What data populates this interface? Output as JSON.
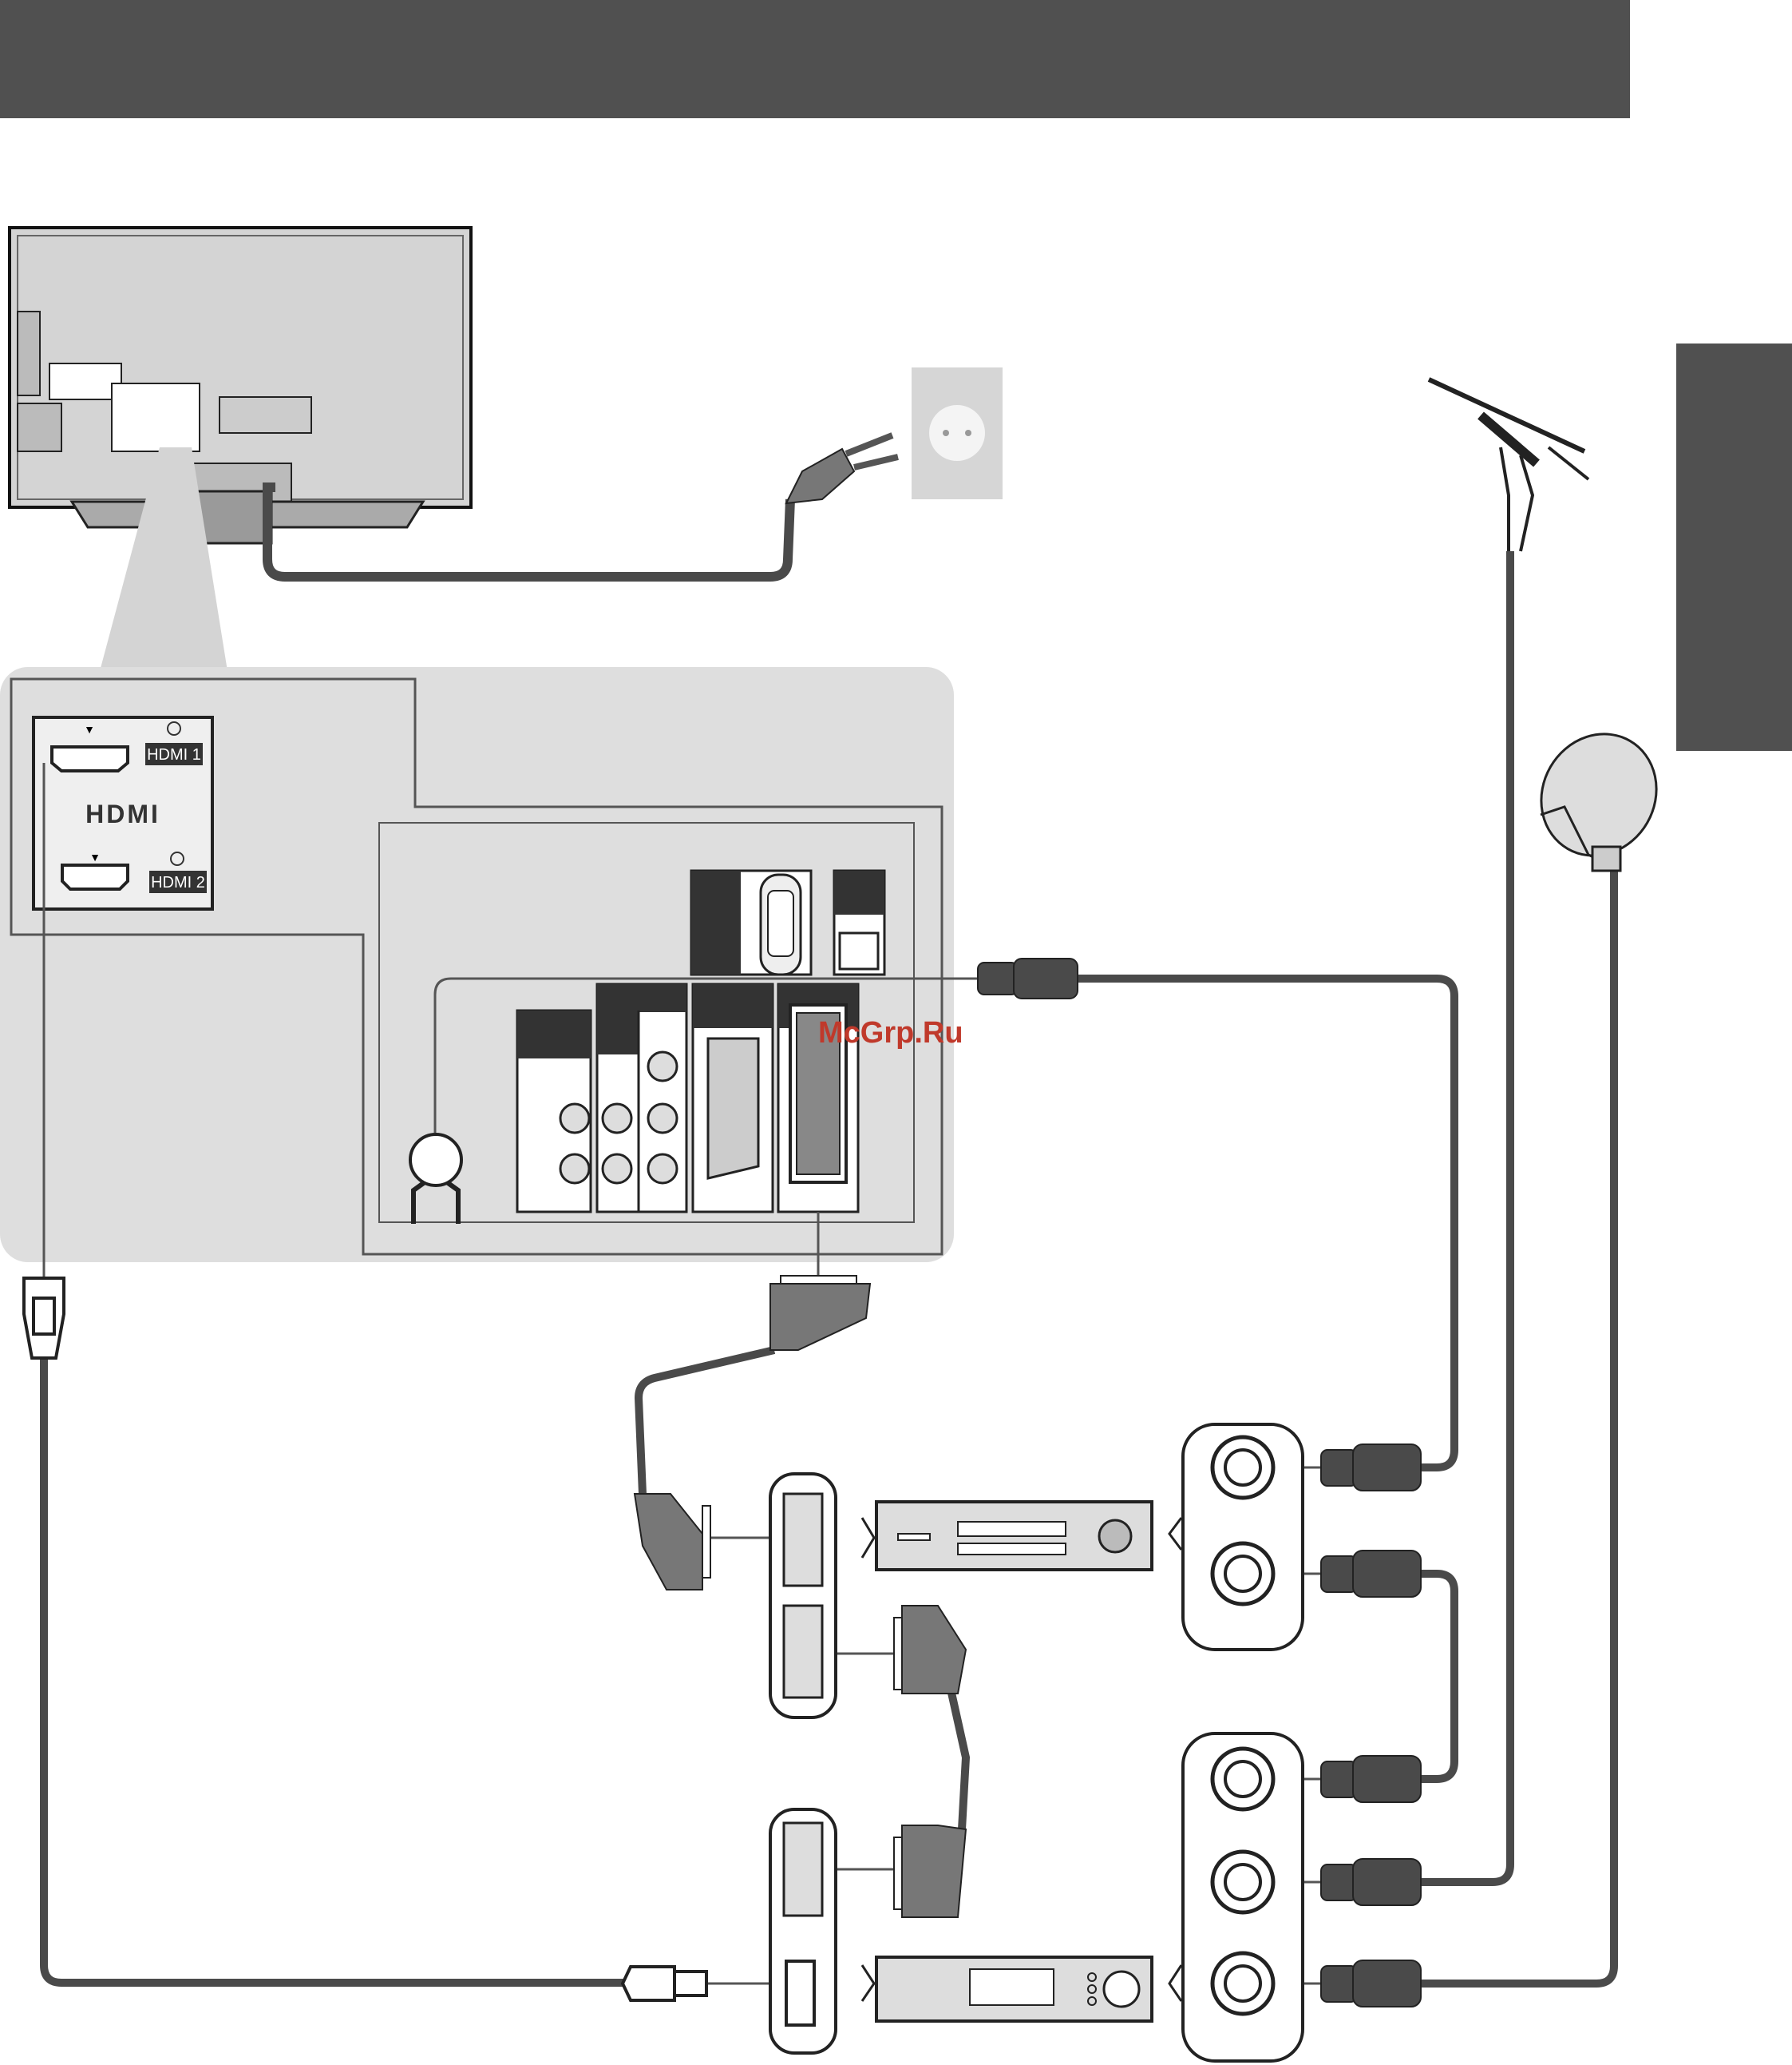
{
  "labels": {
    "hdmi1": "HDMI 1",
    "hdmi2": "HDMI 2",
    "hdmi_logo": "HDMI",
    "watermark": "McGrp.Ru"
  },
  "colors": {
    "header_bar": "#505050",
    "side_tab": "#505050",
    "panel_bg": "#dedede",
    "cable": "#4a4a4a",
    "plug_gray": "#7a7a7a",
    "watermark": "#c0392b"
  }
}
